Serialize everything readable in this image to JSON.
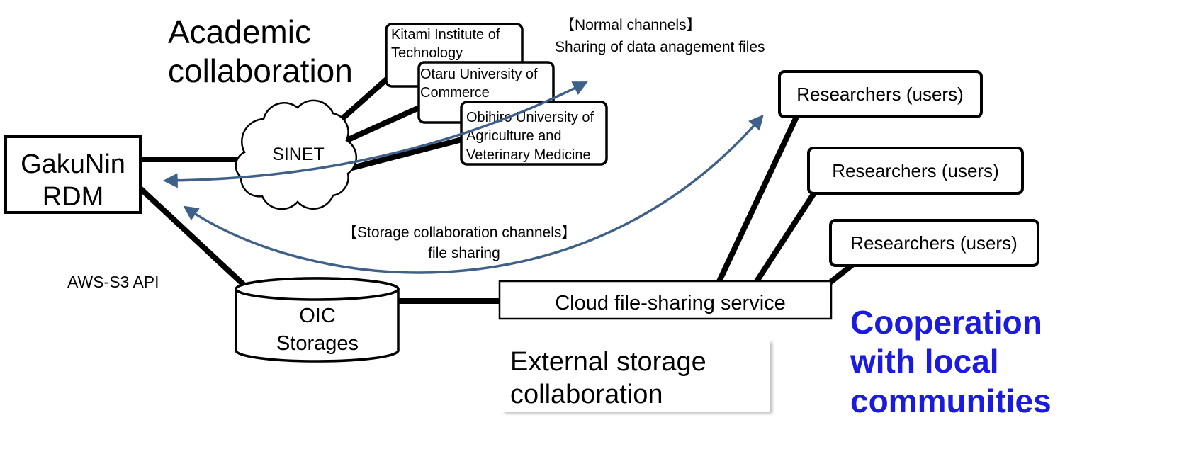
{
  "academic": {
    "line1": "Academic",
    "line2": "collaboration"
  },
  "gakunin": {
    "line1": "GakuNin",
    "line2": "RDM"
  },
  "sinet": {
    "label": "SINET"
  },
  "universities": [
    {
      "lines": [
        "Kitami Institute of",
        "Technology"
      ]
    },
    {
      "lines": [
        "Otaru University of",
        "Commerce"
      ]
    },
    {
      "lines": [
        "Obihiro University of",
        "Agriculture and",
        "Veterinary Medicine"
      ]
    }
  ],
  "normal_channels": {
    "title": "【Normal channels】",
    "description": "Sharing of data anagement files"
  },
  "storage_channels": {
    "title": "【Storage collaboration channels】",
    "description": "file sharing"
  },
  "api_label": "AWS-S3 API",
  "storage": {
    "line1": "OIC",
    "line2": "Storages"
  },
  "cloud_service": {
    "label": "Cloud file-sharing service"
  },
  "researchers": [
    {
      "label": "Researchers (users)"
    },
    {
      "label": "Researchers (users)"
    },
    {
      "label": "Researchers (users)"
    }
  ],
  "external": {
    "line1": "External storage",
    "line2": "collaboration"
  },
  "cooperation": {
    "lines": [
      "Cooperation",
      "with local",
      "communities"
    ]
  },
  "colors": {
    "arrow": "#3e6089",
    "cooperation_text": "#1a1ae0"
  }
}
